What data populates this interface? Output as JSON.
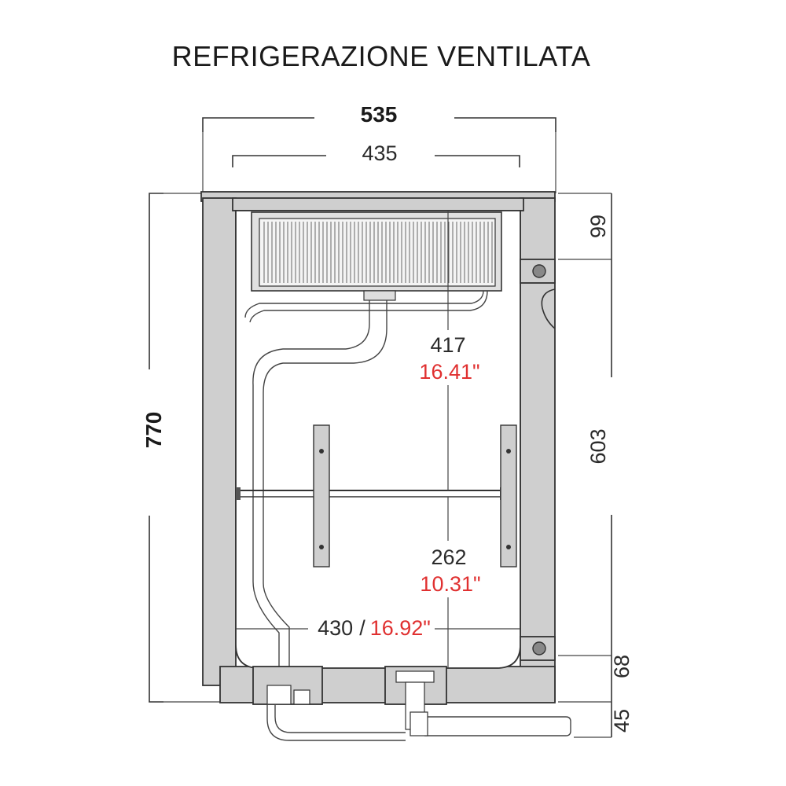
{
  "title": "REFRIGERAZIONE VENTILATA",
  "dimensions": {
    "outer_width": "535",
    "top_width": "435",
    "height_total": "770",
    "top_section": "99",
    "door_height": "603",
    "bottom_section": "68",
    "foot_height": "45",
    "upper_interior_mm": "417",
    "upper_interior_in": "16.41\"",
    "lower_interior_mm": "262",
    "lower_interior_in": "10.31\"",
    "depth_mm": "430",
    "depth_separator": "/",
    "depth_in": "16.92\""
  },
  "colors": {
    "metric": "#2b2b2b",
    "imperial": "#e03030",
    "wall_fill": "#cfcfcf"
  }
}
